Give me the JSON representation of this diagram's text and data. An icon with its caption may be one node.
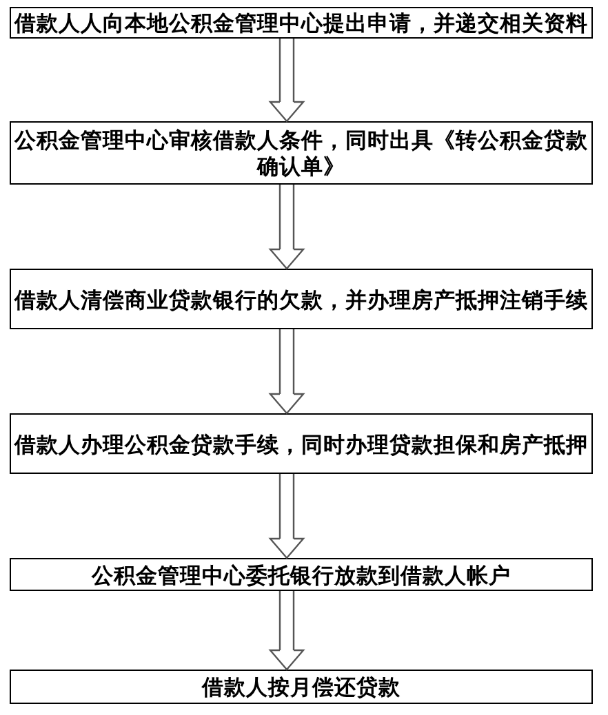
{
  "diagram": {
    "nodes": [
      {
        "text": [
          "借款人人向本地公积金管理中心提出申请，并递交相关资料"
        ]
      },
      {
        "text": [
          "公积金管理中心审核借款人条件，同时出具《转公积金贷款确认单》"
        ]
      },
      {
        "text": [
          "借款人清偿商业贷款银行的欠款，并办理房产抵押注销手续"
        ]
      },
      {
        "text": [
          "借款人办理公积金贷款手续，同时办理贷款担保和房产抵押"
        ]
      },
      {
        "text": [
          "公积金管理中心委托银行放款到借款人帐户"
        ]
      },
      {
        "text": [
          "借款人按月偿还贷款"
        ]
      }
    ],
    "edges": [
      {
        "from": 0,
        "to": 1,
        "arrow": "to"
      },
      {
        "from": 1,
        "to": 2,
        "arrow": "to"
      },
      {
        "from": 2,
        "to": 3,
        "arrow": "to"
      },
      {
        "from": 3,
        "to": 4,
        "arrow": "to"
      },
      {
        "from": 4,
        "to": 5,
        "arrow": "to"
      }
    ]
  }
}
